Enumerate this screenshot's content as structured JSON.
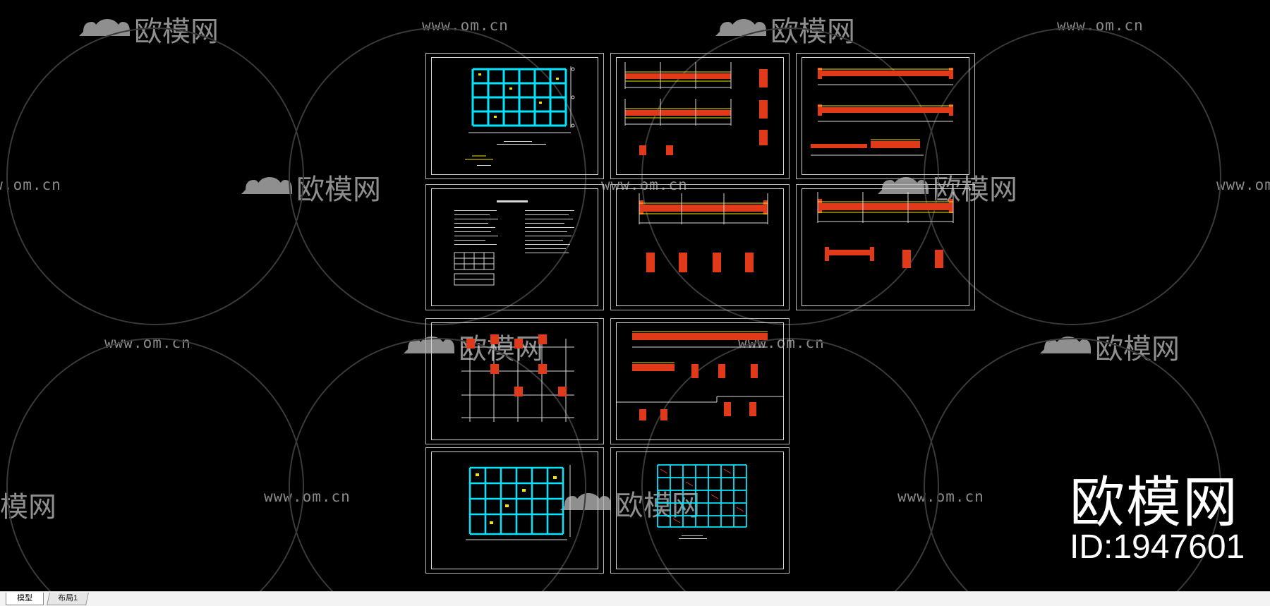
{
  "watermark": {
    "url_text": "www.om.cn",
    "logo_text": "欧模网"
  },
  "brand": {
    "logo_text": "欧模网",
    "id_text": "ID:1947601"
  },
  "tabs": [
    {
      "label": "模型",
      "active": true
    },
    {
      "label": "布局1",
      "active": false
    }
  ],
  "colors": {
    "background": "#000000",
    "cyan_grid": "#00e5ff",
    "red_section": "#e03a1a",
    "yellow_mark": "#f5e400",
    "white_line": "#d7d7d7"
  },
  "sheets": [
    {
      "name": "floor-plan-grid",
      "kind": "grid-plan"
    },
    {
      "name": "beam-section-a",
      "kind": "beam-details"
    },
    {
      "name": "beam-section-b",
      "kind": "beam-details"
    },
    {
      "name": "design-notes",
      "kind": "notes"
    },
    {
      "name": "beam-section-c",
      "kind": "beam-details"
    },
    {
      "name": "beam-section-d",
      "kind": "beam-details"
    },
    {
      "name": "column-layout",
      "kind": "columns"
    },
    {
      "name": "beam-section-e",
      "kind": "beam-details"
    },
    {
      "name": "slab-plan",
      "kind": "grid-plan"
    },
    {
      "name": "reinforcement-plan",
      "kind": "rebar-grid"
    }
  ]
}
